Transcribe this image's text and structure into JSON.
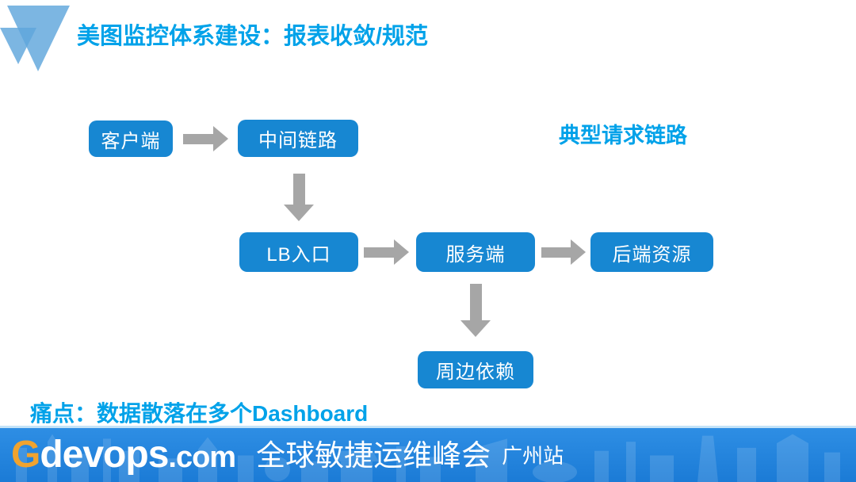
{
  "slide": {
    "title": "美图监控体系建设：报表收敛/规范",
    "diagram_label": "典型请求链路",
    "pain_point": "痛点：数据散落在多个Dashboard"
  },
  "flowchart": {
    "nodes": [
      {
        "id": "client",
        "label": "客户端"
      },
      {
        "id": "middle-link",
        "label": "中间链路"
      },
      {
        "id": "lb-entry",
        "label": "LB入口"
      },
      {
        "id": "server",
        "label": "服务端"
      },
      {
        "id": "backend-resources",
        "label": "后端资源"
      },
      {
        "id": "peripheral-deps",
        "label": "周边依赖"
      }
    ],
    "edges": [
      {
        "from": "客户端",
        "to": "中间链路",
        "direction": "right"
      },
      {
        "from": "中间链路",
        "to": "LB入口",
        "direction": "down"
      },
      {
        "from": "LB入口",
        "to": "服务端",
        "direction": "right"
      },
      {
        "from": "服务端",
        "to": "后端资源",
        "direction": "right"
      },
      {
        "from": "服务端",
        "to": "周边依赖",
        "direction": "down"
      }
    ]
  },
  "footer": {
    "brand_g": "G",
    "brand_rest": "devops",
    "brand_suffix": ".com",
    "conference": "全球敏捷运维峰会",
    "station": "广州站"
  },
  "theme": {
    "title_color": "#00A2E9",
    "node_fill": "#1787D2",
    "node_text_color": "#FFFFFF",
    "arrow_color": "#A6A6A6",
    "logo_blue": "#5FA6DC",
    "footer_bg_start": "#2E8EE4",
    "footer_bg_end": "#1B7BD6",
    "brand_g_color": "#F0A32F",
    "footer_text_color": "#FFFFFF"
  }
}
